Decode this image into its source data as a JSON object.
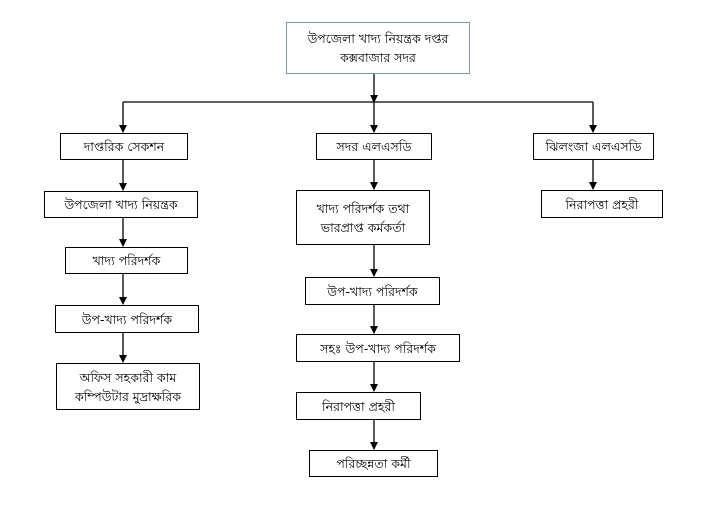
{
  "root": {
    "line1": "উপজেলা খাদ্য নিয়ন্ত্রক দপ্তর",
    "line2": "কক্সবাজার সদর"
  },
  "left": {
    "title": "দাপ্তরিক সেকশন",
    "items": [
      {
        "line1": "উপজেলা খাদ্য নিয়ন্ত্রক"
      },
      {
        "line1": "খাদ্য পরিদর্শক"
      },
      {
        "line1": "উপ-খাদ্য পরিদর্শক"
      },
      {
        "line1": "অফিস সহকারী কাম",
        "line2": "কম্পিউটার মুদ্রাক্ষরিক"
      }
    ]
  },
  "middle": {
    "title": "সদর এলএসডি",
    "items": [
      {
        "line1": "খাদ্য পরিদর্শক তথা",
        "line2": "ভারপ্রাপ্ত কর্মকর্তা"
      },
      {
        "line1": "উপ-খাদ্য পরিদর্শক"
      },
      {
        "line1": "সহঃ উপ-খাদ্য পরিদর্শক"
      },
      {
        "line1": "নিরাপত্তা প্রহরী"
      },
      {
        "line1": "পরিচ্ছন্নতা কর্মী"
      }
    ]
  },
  "right": {
    "title": "ঝিলংজা এলএসডি",
    "items": [
      {
        "line1": "নিরাপত্তা প্রহরী"
      }
    ]
  }
}
